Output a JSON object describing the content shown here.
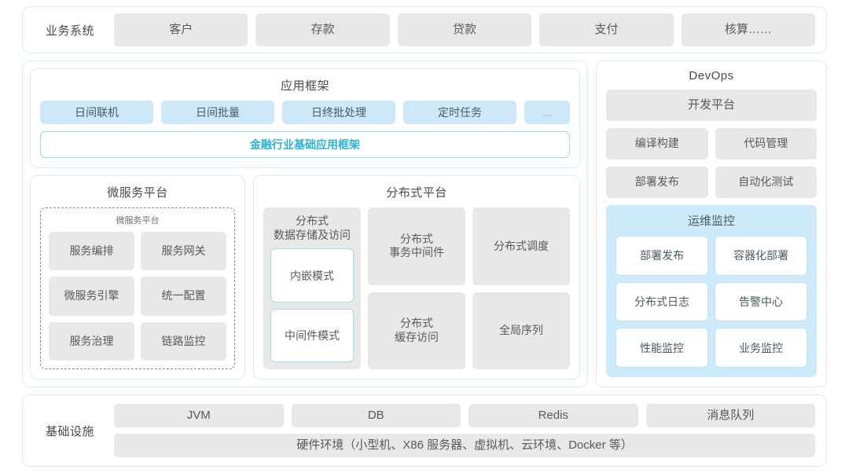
{
  "business_systems": {
    "label": "业务系统",
    "items": [
      "客户",
      "存款",
      "贷款",
      "支付",
      "核算……"
    ]
  },
  "app_framework": {
    "title": "应用框架",
    "items": [
      "日间联机",
      "日间批量",
      "日终批处理",
      "定时任务",
      "..."
    ],
    "foundation_bar": "金融行业基础应用框架",
    "accent_color": "#2ab3d4",
    "item_bg": "#cde9f9"
  },
  "microservice_platform": {
    "title": "微服务平台",
    "inner_title": "微服务平台",
    "items": [
      "服务编排",
      "服务网关",
      "微服务引擎",
      "统一配置",
      "服务治理",
      "链路监控"
    ]
  },
  "distributed_platform": {
    "title": "分布式平台",
    "storage": {
      "title": "分布式\n数据存储及访问",
      "title_line1": "分布式",
      "title_line2": "数据存储及访问",
      "modes": [
        "内嵌模式",
        "中间件模式"
      ]
    },
    "cells": [
      {
        "line1": "分布式",
        "line2": "事务中间件"
      },
      {
        "line1": "分布式调度",
        "line2": ""
      },
      {
        "line1": "分布式",
        "line2": "缓存访问"
      },
      {
        "line1": "全局序列",
        "line2": ""
      }
    ]
  },
  "devops": {
    "title": "DevOps",
    "platform": "开发平台",
    "items": [
      "编译构建",
      "代码管理",
      "部署发布",
      "自动化测试"
    ],
    "ops_monitoring": {
      "title": "运维监控",
      "bg": "#cdeafa",
      "items": [
        "部署发布",
        "容器化部署",
        "分布式日志",
        "告警中心",
        "性能监控",
        "业务监控"
      ]
    }
  },
  "infrastructure": {
    "label": "基础设施",
    "items": [
      "JVM",
      "DB",
      "Redis",
      "消息队列"
    ],
    "hardware": "硬件环境（小型机、X86 服务器、虚拟机、云环境、Docker 等）"
  }
}
